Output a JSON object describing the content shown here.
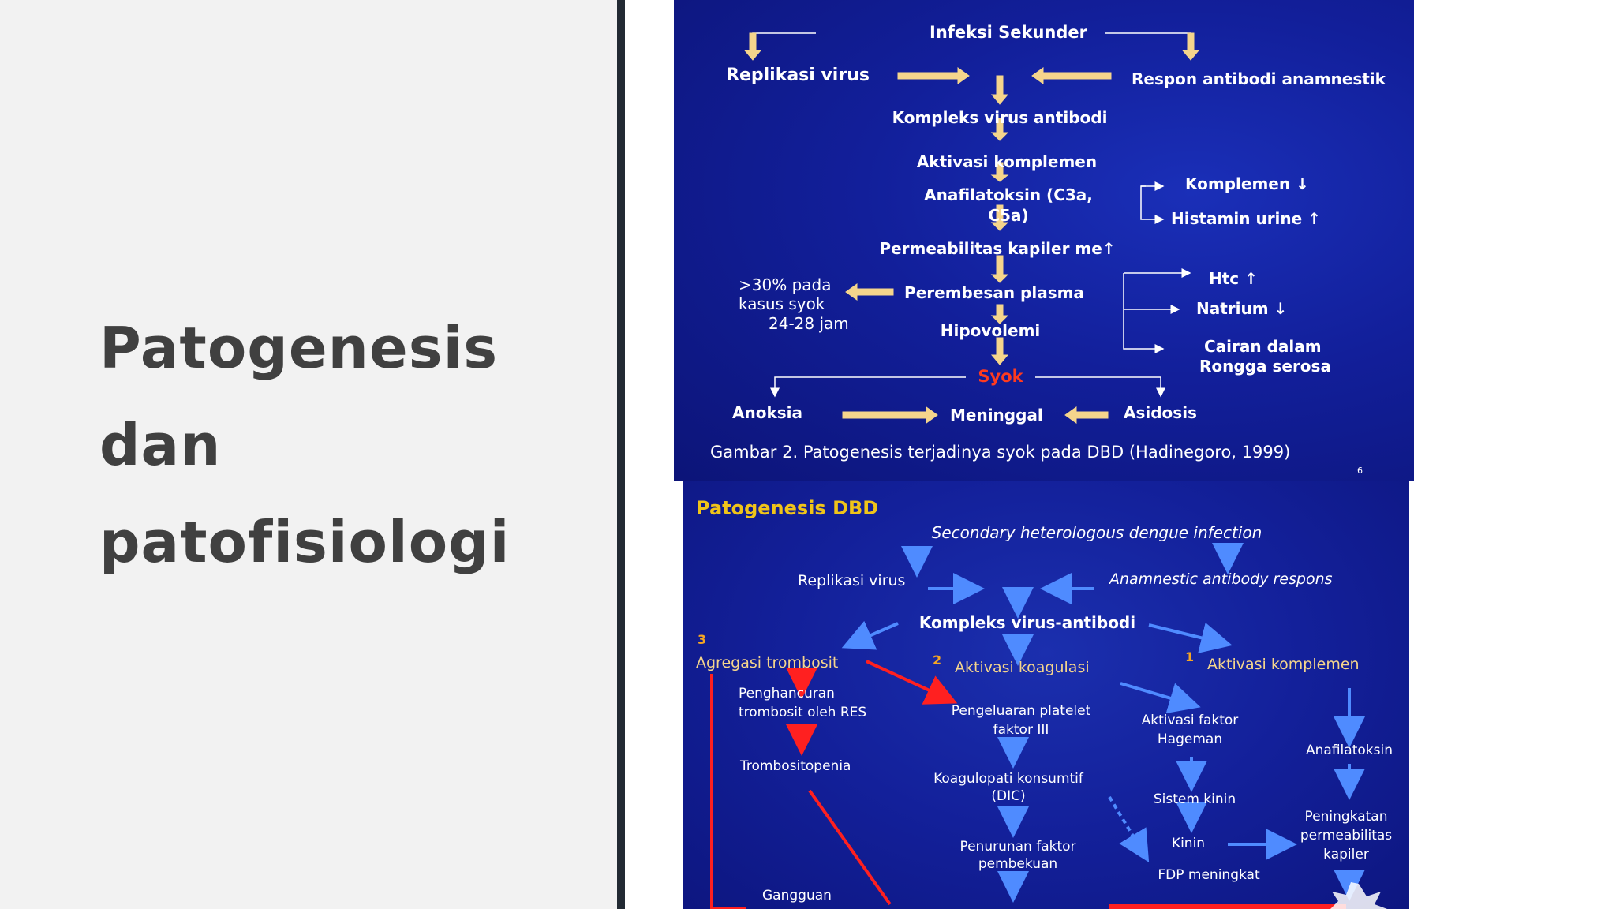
{
  "slide": {
    "title_lines": [
      "Patogenesis",
      "dan",
      "patofisiologi"
    ]
  },
  "figure1": {
    "top": "Infeksi Sekunder",
    "replikasi": "Replikasi virus",
    "respon": "Respon antibodi anamnestik",
    "kompleks": "Kompleks virus antibodi",
    "aktivasi": "Aktivasi komplemen",
    "anafilatoksin_1": "Anafilatoksin (C3a,",
    "anafilatoksin_2": "C5a)",
    "komplemen": "Komplemen ↓",
    "histamin": "Histamin urine ↑",
    "permeabilitas": "Permeabilitas kapiler me↑",
    "pct_1": ">30% pada",
    "pct_2": "kasus syok",
    "pct_3": "24-28  jam",
    "perembesan": "Perembesan plasma",
    "htc": "Htc ↑",
    "natrium": "Natrium ↓",
    "cairan_1": "Cairan dalam",
    "cairan_2": "Rongga serosa",
    "hipovolemi": "Hipovolemi",
    "syok": "Syok",
    "anoksia": "Anoksia",
    "meninggal": "Meninggal",
    "asidosis": "Asidosis",
    "caption": "Gambar 2. Patogenesis terjadinya syok pada DBD  (Hadinegoro, 1999)",
    "page_no": "6",
    "colors": {
      "arrow": "#f5d58c",
      "syok": "#ff3b1f"
    }
  },
  "figure2": {
    "title": "Patogenesis DBD",
    "secondary": "Secondary heterologous dengue infection",
    "replikasi": "Replikasi virus",
    "anamnestic": "Anamnestic antibody respons",
    "kompleks": "Kompleks virus-antibodi",
    "num3": "3",
    "agregasi": "Agregasi trombosit",
    "num2": "2",
    "koagulasi": "Aktivasi koagulasi",
    "num1": "1",
    "komplemen": "Aktivasi komplemen",
    "penghancuran_1": "Penghancuran",
    "penghancuran_2": "trombosit oleh RES",
    "pengeluaran_1": "Pengeluaran platelet",
    "pengeluaran_2": "faktor III",
    "hageman_1": "Aktivasi faktor",
    "hageman_2": "Hageman",
    "anafilatoksin": "Anafilatoksin",
    "trombositopenia": "Trombositopenia",
    "koagulopati_1": "Koagulopati konsumtif",
    "koagulopati_2": "(DIC)",
    "kinin_sys": "Sistem kinin",
    "peningkatan_1": "Peningkatan",
    "peningkatan_2": "permeabilitas",
    "peningkatan_3": "kapiler",
    "penurunan_1": "Penurunan faktor",
    "penurunan_2": "pembekuan",
    "kinin": "Kinin",
    "fdp": "FDP meningkat",
    "gangguan": "Gangguan",
    "colors": {
      "title": "#f0c419",
      "arrow_blue": "#4f8bff",
      "arrow_red": "#ff2020",
      "label_yellow": "#f5d58c"
    }
  }
}
